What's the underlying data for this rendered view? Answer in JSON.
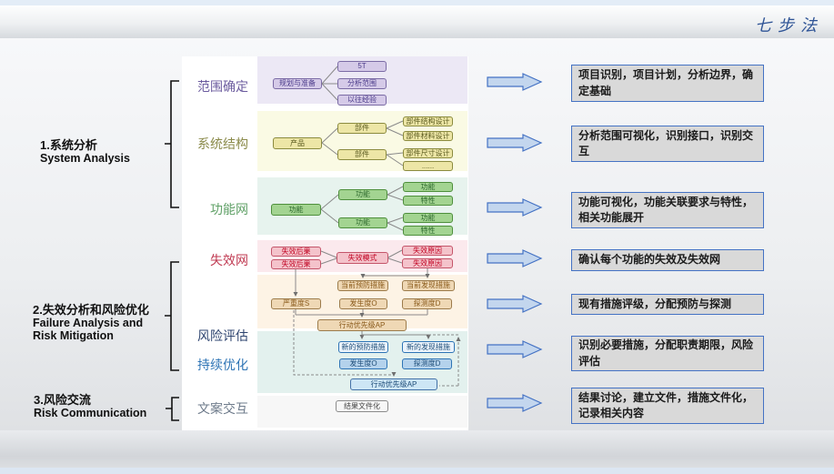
{
  "header": {
    "title": "七步法",
    "title_color": "#2F5496"
  },
  "groups": [
    {
      "title": "1.系统分析",
      "subtitle": "System Analysis"
    },
    {
      "title": "2.失效分析和风险优化",
      "subtitle": "Failure Analysis and Risk Mitigation"
    },
    {
      "title": "3.风险交流",
      "subtitle": "Risk Communication"
    }
  ],
  "stages": [
    {
      "label": "范围确定",
      "color": "#6B5B9E"
    },
    {
      "label": "系统结构",
      "color": "#8A8A4A"
    },
    {
      "label": "功能网",
      "color": "#5FA066"
    },
    {
      "label": "失效网",
      "color": "#C03A52"
    },
    {
      "label": "风险评估",
      "color": "#2F4570"
    },
    {
      "label": "持续优化",
      "color": "#2E74B5"
    },
    {
      "label": "文案交互",
      "color": "#6E7B8B"
    }
  ],
  "nodes": {
    "guihua": "规划与准备",
    "t5": "5T",
    "fanwei": "分析范围",
    "jingyan": "以往经验",
    "chanpin": "产品",
    "bujian1": "部件",
    "bujian2": "部件",
    "jiegou": "部件结构设计",
    "cailiao": "部件材料设计",
    "chicun": "部件尺寸设计",
    "dots": "......",
    "gong0": "功能",
    "gong1": "功能",
    "gong2": "功能",
    "gr1": "功能",
    "te1": "特性",
    "gr2": "功能",
    "te2": "特性",
    "hg1": "失效后果",
    "hg2": "失效后果",
    "ms": "失效模式",
    "yy1": "失效原因",
    "yy2": "失效原因",
    "dqyf": "当前预防措施",
    "dqfx": "当前发现措施",
    "yzd": "严重度S",
    "fsd": "发生度O",
    "tcd": "探测度D",
    "ap1": "行动优先级AP",
    "xdyf": "新的预防措施",
    "xdfx": "新的发现措施",
    "fsd2": "发生度O",
    "tcd2": "探测度D",
    "ap2": "行动优先级AP",
    "wenjian": "结果文件化"
  },
  "outcomes": [
    "项目识别，项目计划，分析边界，确定基础",
    "分析范围可视化，识别接口，识别交互",
    "功能可视化，功能关联要求与特性，相关功能展开",
    "确认每个功能的失效及失效网",
    "现有措施评级，分配预防与探测",
    "识别必要措施，分配职责期限，风险评估",
    "结果讨论，建立文件，措施文件化，记录相关内容"
  ],
  "palette": {
    "accent_blue": "#4472C4",
    "arrow_fill": "#C3D6EE",
    "outcome_bg": "#D9D9D9",
    "band_colors": [
      "#ECE8F5",
      "#FAFAE4",
      "#E7F3EE",
      "#FBE9ED",
      "#FDF3E5",
      "#E3F1EE",
      "#F7F7F7"
    ],
    "node_styles": {
      "purple": {
        "bg": "#D5CAE8",
        "border": "#7B6BA5",
        "text": "#4B3B8A"
      },
      "khaki": {
        "bg": "#EDE6A6",
        "border": "#8B8B3F",
        "text": "#5B5B1F"
      },
      "green": {
        "bg": "#A3D491",
        "border": "#4E8F3C",
        "text": "#2F6B2F"
      },
      "pink": {
        "bg": "#F4C3CB",
        "border": "#C4556A",
        "text": "#C00020"
      },
      "tan": {
        "bg": "#EFD8B5",
        "border": "#9C7B4B",
        "text": "#8A5A1A"
      },
      "blue_light": {
        "bg": "#EAF3FB",
        "border": "#2E74B5",
        "text": "#1F4E79"
      },
      "blue_mid": {
        "bg": "#B4D2EC",
        "border": "#2E74B5",
        "text": "#1F4E79"
      },
      "blue_pale": {
        "bg": "#CDE6F5",
        "border": "#4472A8",
        "text": "#1F4E79"
      },
      "gray": {
        "bg": "#F7F7F7",
        "border": "#8B8B8B",
        "text": "#444444"
      }
    }
  }
}
